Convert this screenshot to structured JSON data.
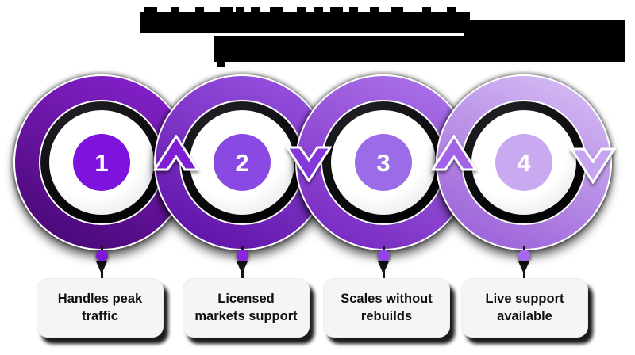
{
  "header": {
    "title_obscured": true,
    "line1_text": "",
    "line2_text": ""
  },
  "steps": [
    {
      "number": "1",
      "label_line1": "Handles peak",
      "label_line2": "traffic",
      "arrow_direction": "up",
      "colors": {
        "ring_from": "#8a23d2",
        "ring_to": "#43066e",
        "disc": "#7d13dc",
        "dot": "#7e17d8",
        "arrow": "#7f1ed2"
      }
    },
    {
      "number": "2",
      "label_line1": "Licensed",
      "label_line2": "markets support",
      "arrow_direction": "down",
      "colors": {
        "ring_from": "#9a56e5",
        "ring_to": "#5a0da1",
        "disc": "#8a49e2",
        "dot": "#8b24df",
        "arrow": "#8438dc"
      }
    },
    {
      "number": "3",
      "label_line1": "Scales without",
      "label_line2": "rebuilds",
      "arrow_direction": "up",
      "colors": {
        "ring_from": "#b078ec",
        "ring_to": "#7322bd",
        "disc": "#9b6be8",
        "dot": "#9341e8",
        "arrow": "#a263e6"
      }
    },
    {
      "number": "4",
      "label_line1": "Live support",
      "label_line2": "available",
      "arrow_direction": "down",
      "colors": {
        "ring_from": "#d9c3f6",
        "ring_to": "#9659d6",
        "disc": "#c9a9ef",
        "dot": "#a767f2",
        "arrow": "#c6a4f0"
      }
    }
  ]
}
